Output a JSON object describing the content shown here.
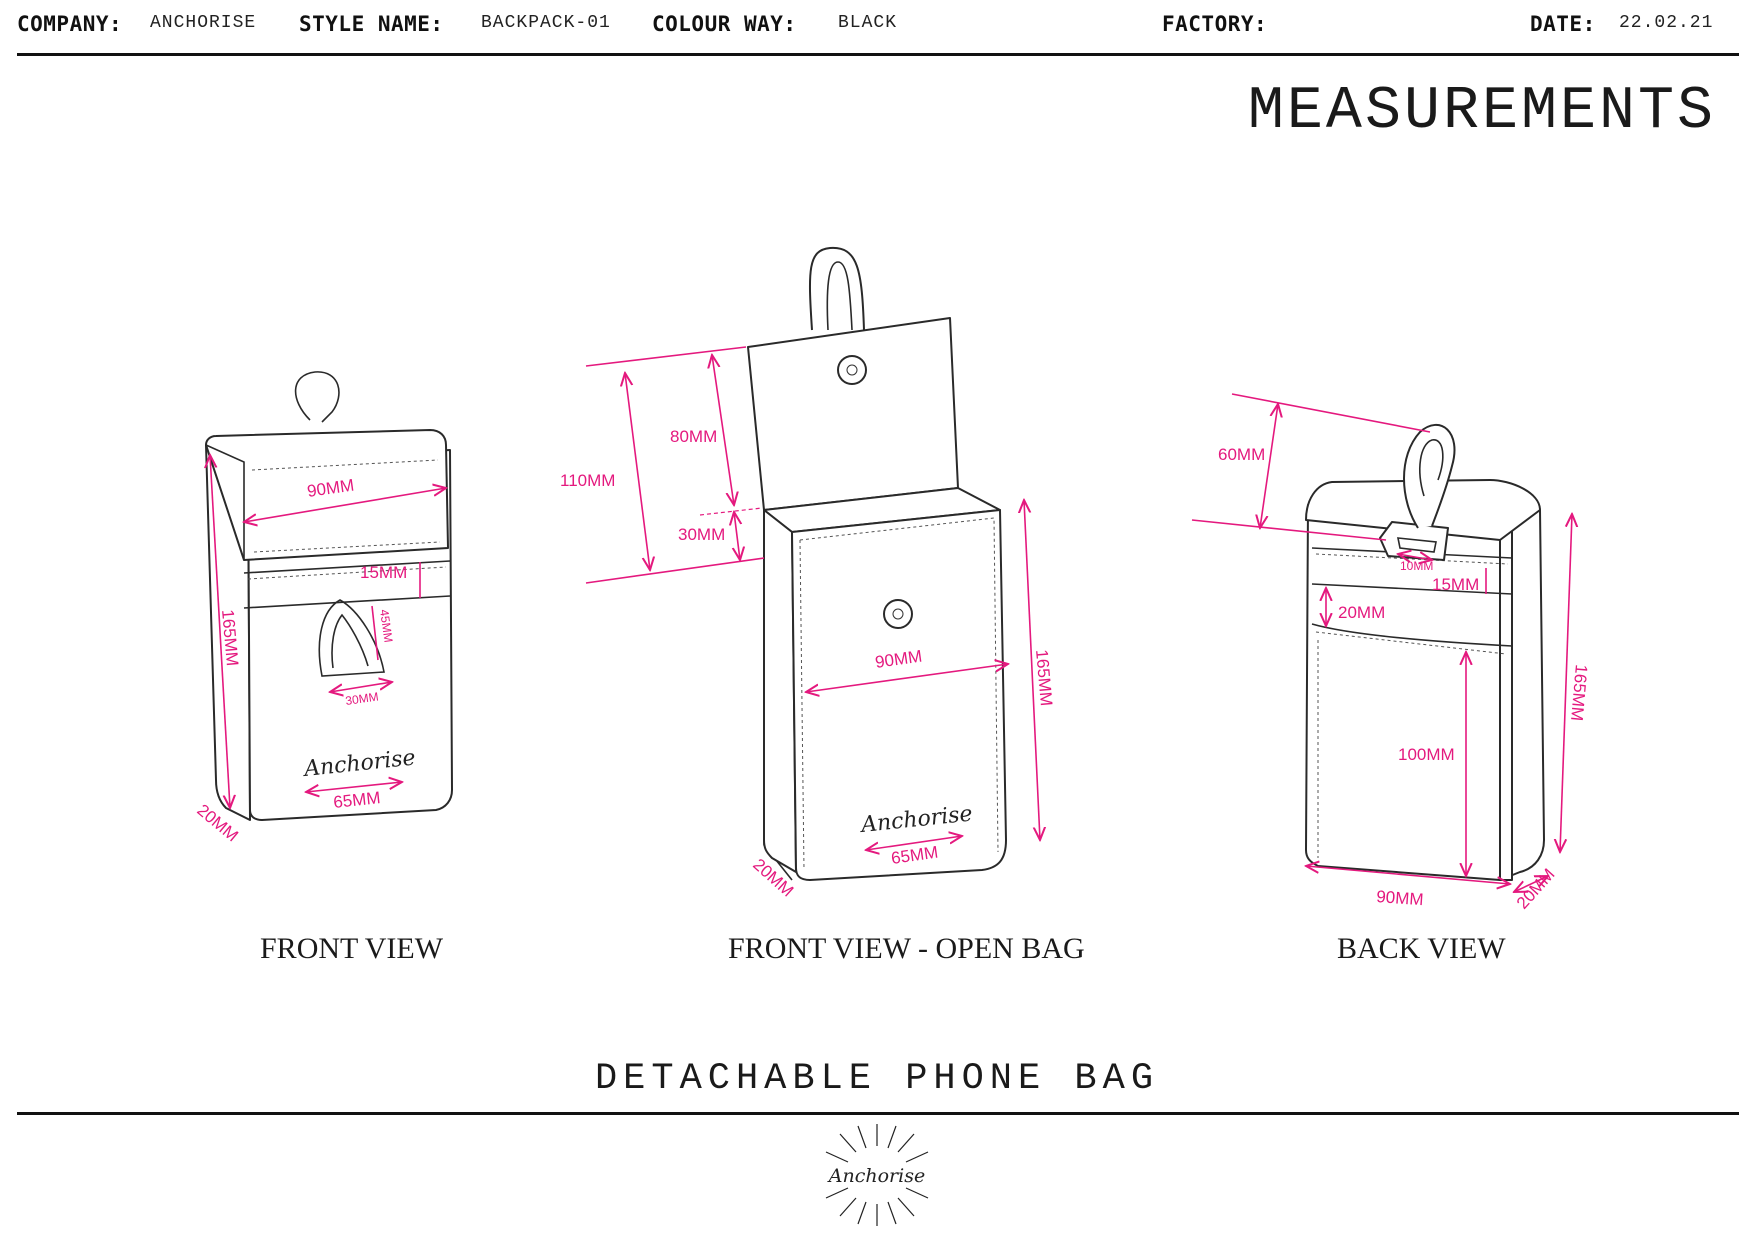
{
  "header": {
    "company_label": "COMPANY:",
    "company_value": "ANCHORISE",
    "style_label": "STYLE NAME:",
    "style_value": "BACKPACK-01",
    "colour_label": "COLOUR WAY:",
    "colour_value": "BLACK",
    "factory_label": "FACTORY:",
    "factory_value": "",
    "date_label": "DATE:",
    "date_value": "22.02.21"
  },
  "title": "MEASUREMENTS",
  "views": {
    "front": {
      "label": "FRONT VIEW",
      "dims": {
        "width": "90MM",
        "height": "165MM",
        "depth": "20MM",
        "band": "15MM",
        "loop_length": "45MM",
        "loop_width": "30MM",
        "logo": "65MM"
      }
    },
    "open": {
      "label": "FRONT VIEW - OPEN BAG",
      "dims": {
        "flap_total": "110MM",
        "flap": "80MM",
        "gusset": "30MM",
        "width": "90MM",
        "height": "165MM",
        "depth": "20MM",
        "logo": "65MM"
      }
    },
    "back": {
      "label": "BACK VIEW",
      "dims": {
        "hook": "60MM",
        "strap": "10MM",
        "band": "15MM",
        "top_band": "20MM",
        "pocket": "100MM",
        "height": "165MM",
        "width": "90MM",
        "depth": "20MM"
      }
    }
  },
  "subtitle": "DETACHABLE PHONE BAG",
  "logo_text": "Anchorise",
  "colors": {
    "dimension": "#e4197e",
    "ink": "#111111"
  }
}
